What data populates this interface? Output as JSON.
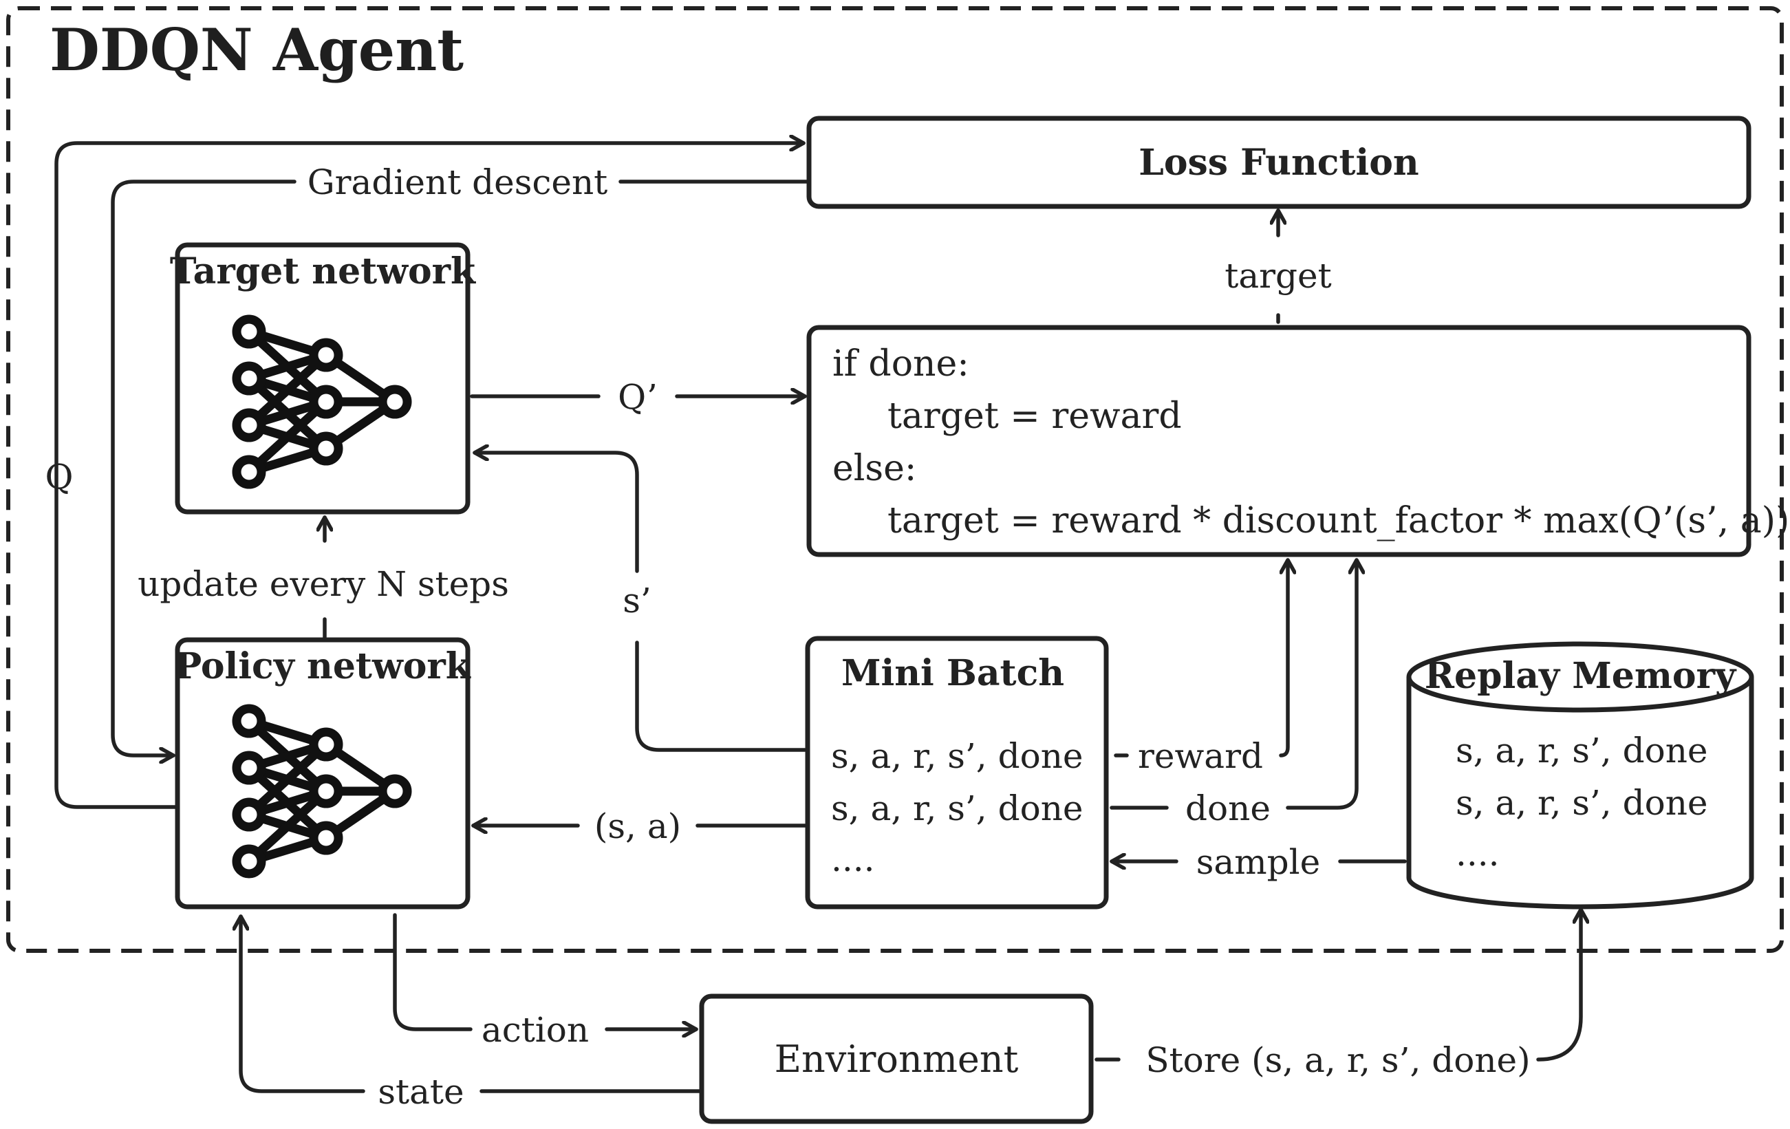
{
  "title": "DDQN Agent",
  "loss_function": {
    "label": "Loss Function"
  },
  "target_network": {
    "label": "Target network",
    "icon": "neural-network-icon"
  },
  "policy_network": {
    "label": "Policy network",
    "icon": "neural-network-icon"
  },
  "target_formula": {
    "lines": [
      "if done:",
      "target = reward",
      "else:",
      "target = reward * discount_factor * max(Q’(s’, a))"
    ]
  },
  "mini_batch": {
    "label": "Mini Batch",
    "rows": [
      "s, a, r, s’, done",
      "s, a, r, s’, done",
      "...."
    ]
  },
  "replay_memory": {
    "label": "Replay Memory",
    "rows": [
      "s, a, r, s’, done",
      "s, a, r, s’, done",
      "...."
    ]
  },
  "environment": {
    "label": "Environment"
  },
  "edge_labels": {
    "q": "Q",
    "gradient_descent": "Gradient descent",
    "target": "target",
    "q_prime": "Q’",
    "s_prime": "s’",
    "update_every_n_steps": "update every N steps",
    "reward": "reward",
    "done": "done",
    "sample": "sample",
    "s_a": "(s, a)",
    "action": "action",
    "state": "state",
    "store": "Store (s, a, r, s’, done)"
  }
}
